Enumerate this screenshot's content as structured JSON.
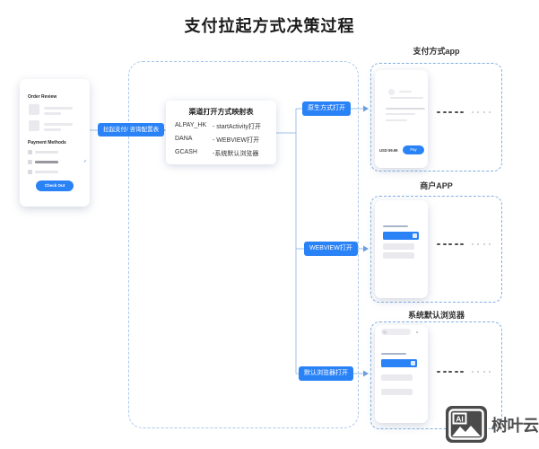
{
  "title": "支付拉起方式决策过程",
  "colors": {
    "accent_blue": "#2a82f7",
    "connector_blue": "#9cc0ea",
    "connector_arrow": "#6d9fdd",
    "dashed_border_outer": "#a9c9ee",
    "dashed_border_section": "#7fb0e5",
    "watermark_gray": "#4a4a4a"
  },
  "merchant_phone": {
    "order_review_label": "Order Review",
    "payment_methods_label": "Payment Methods",
    "checkout_button": "Check Out"
  },
  "flow": {
    "launch_pill": "拉起支付/ 咨询配置表",
    "mapping_table": {
      "title": "渠道打开方式映射表",
      "rows": [
        {
          "channel": "ALPAY_HK",
          "method": "- startActivity打开"
        },
        {
          "channel": "DANA",
          "method": "- WEBVIEW打开"
        },
        {
          "channel": "GCASH",
          "method": "-系统默认浏览器"
        }
      ]
    },
    "branches": [
      {
        "label": "原生方式打开"
      },
      {
        "label": "WEBVIEW打开"
      },
      {
        "label": "默认浏览器打开"
      }
    ]
  },
  "sections": [
    {
      "title": "支付方式app"
    },
    {
      "title": "商户APP"
    },
    {
      "title": "系统默认浏览器"
    }
  ],
  "payment_app_phone": {
    "amount": "USD 99.99",
    "pay_button": "Pay"
  },
  "watermark": {
    "logo_text": "AI",
    "brand": "树叶云"
  }
}
